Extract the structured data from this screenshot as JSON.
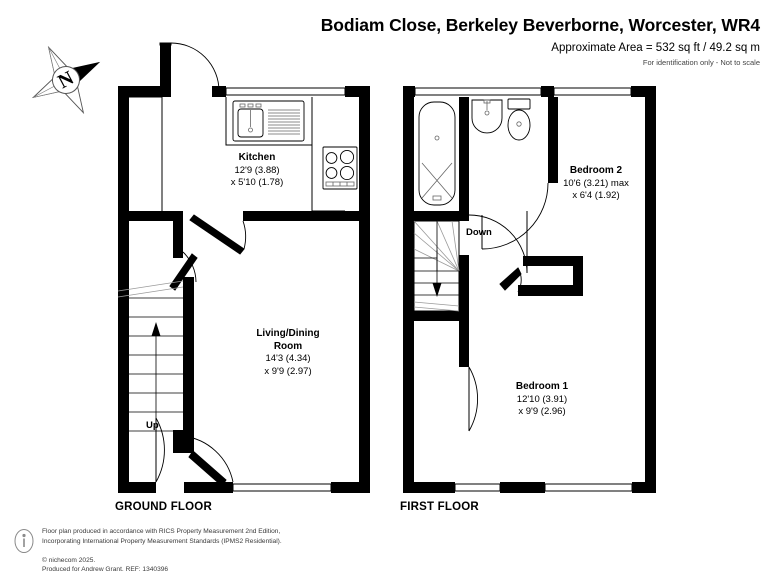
{
  "header": {
    "title": "Bodiam Close, Berkeley Beverborne, Worcester, WR4",
    "area": "Approximate Area = 532 sq ft / 49.2 sq m",
    "disclaimer": "For identification only - Not to scale"
  },
  "compass": {
    "label": "N",
    "name": "compass-rose"
  },
  "floors": [
    {
      "id": "ground",
      "label": "GROUND FLOOR",
      "rooms": [
        {
          "name": "Kitchen",
          "dim_primary": "12'9 (3.88)",
          "dim_secondary": "x 5'10 (1.78)"
        },
        {
          "name": "Living/Dining",
          "name_line2": "Room",
          "dim_primary": "14'3 (4.34)",
          "dim_secondary": "x 9'9 (2.97)"
        }
      ],
      "stairs": {
        "label": "Up",
        "direction": "up"
      },
      "fixtures": [
        "sink-unit",
        "drainer",
        "hob"
      ]
    },
    {
      "id": "first",
      "label": "FIRST FLOOR",
      "rooms": [
        {
          "name": "Bedroom 2",
          "dim_primary": "10'6 (3.21) max",
          "dim_secondary": "x 6'4 (1.92)"
        },
        {
          "name": "Bedroom 1",
          "dim_primary": "12'10 (3.91)",
          "dim_secondary": "x 9'9 (2.96)"
        }
      ],
      "stairs": {
        "label": "Down",
        "direction": "down"
      },
      "fixtures": [
        "bath",
        "wash-basin",
        "toilet"
      ]
    }
  ],
  "footer": {
    "line1": "Floor plan produced in accordance with RICS Property Measurement 2nd Edition,",
    "line2": "Incorporating International Property Measurement Standards (IPMS2 Residential).",
    "copyright": "© nichecom 2025.",
    "line3": "Produced for Andrew Grant.   REF:  1340396"
  },
  "colors": {
    "wall": "#000000",
    "background": "#ffffff",
    "text": "#000000",
    "faint": "#3a3a3a",
    "thin_line": "#000000"
  }
}
